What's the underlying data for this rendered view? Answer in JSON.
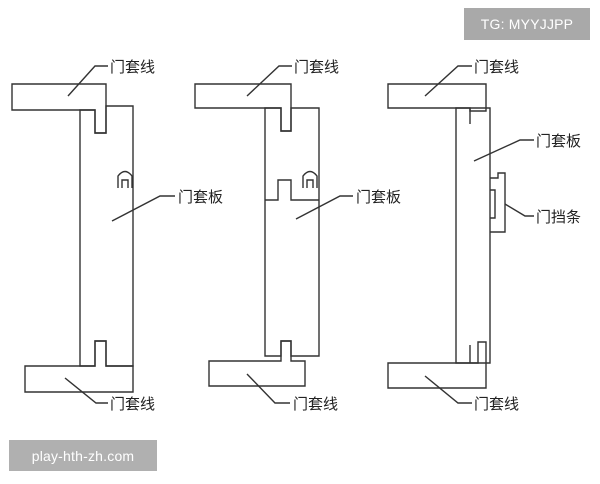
{
  "labels": {
    "casing_line": "门套线",
    "casing_board": "门套板",
    "door_stop": "门挡条"
  },
  "watermarks": {
    "telegram": "TG: MYYJJPP",
    "site": "play-hth-zh.com"
  },
  "colors": {
    "stroke": "#333333",
    "text": "#222222",
    "watermark_bg": "#a9a9a9",
    "watermark_text": "#ffffff"
  }
}
